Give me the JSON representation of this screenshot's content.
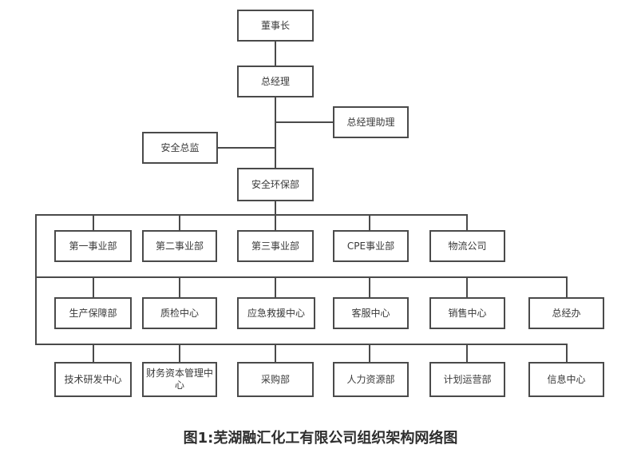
{
  "caption": "图1:芜湖融汇化工有限公司组织架构网络图",
  "nodes": {
    "chairman": "董事长",
    "general_manager": "总经理",
    "gm_assistant": "总经理助理",
    "safety_director": "安全总监",
    "safety_env_dept": "安全环保部",
    "division_1": "第一事业部",
    "division_2": "第二事业部",
    "division_3": "第三事业部",
    "cpe_division": "CPE事业部",
    "logistics_company": "物流公司",
    "production_support_dept": "生产保障部",
    "quality_inspection_center": "质检中心",
    "emergency_rescue_center": "应急救援中心",
    "customer_service_center": "客服中心",
    "sales_center": "销售中心",
    "gm_office": "总经办",
    "tech_rd_center": "技术研发中心",
    "finance_capital_mgmt_center": "财务资本管理中心",
    "purchasing_dept": "采购部",
    "hr_dept": "人力资源部",
    "planning_operations_dept": "计划运营部",
    "information_center": "信息中心"
  },
  "hierarchy": {
    "edges": [
      [
        "chairman",
        "general_manager"
      ],
      [
        "general_manager",
        "gm_assistant"
      ],
      [
        "general_manager",
        "safety_director"
      ],
      [
        "general_manager",
        "safety_env_dept"
      ],
      [
        "safety_env_dept",
        "division_1"
      ],
      [
        "safety_env_dept",
        "division_2"
      ],
      [
        "safety_env_dept",
        "division_3"
      ],
      [
        "safety_env_dept",
        "cpe_division"
      ],
      [
        "safety_env_dept",
        "logistics_company"
      ],
      [
        "safety_env_dept",
        "production_support_dept"
      ],
      [
        "safety_env_dept",
        "quality_inspection_center"
      ],
      [
        "safety_env_dept",
        "emergency_rescue_center"
      ],
      [
        "safety_env_dept",
        "customer_service_center"
      ],
      [
        "safety_env_dept",
        "sales_center"
      ],
      [
        "safety_env_dept",
        "gm_office"
      ],
      [
        "safety_env_dept",
        "tech_rd_center"
      ],
      [
        "safety_env_dept",
        "finance_capital_mgmt_center"
      ],
      [
        "safety_env_dept",
        "purchasing_dept"
      ],
      [
        "safety_env_dept",
        "hr_dept"
      ],
      [
        "safety_env_dept",
        "planning_operations_dept"
      ],
      [
        "safety_env_dept",
        "information_center"
      ]
    ]
  },
  "colors": {
    "line": "#4a4a4a",
    "box_border": "#4a4a4a",
    "box_fill": "#ffffff",
    "text": "#3a3a3a",
    "background": "#ffffff"
  }
}
